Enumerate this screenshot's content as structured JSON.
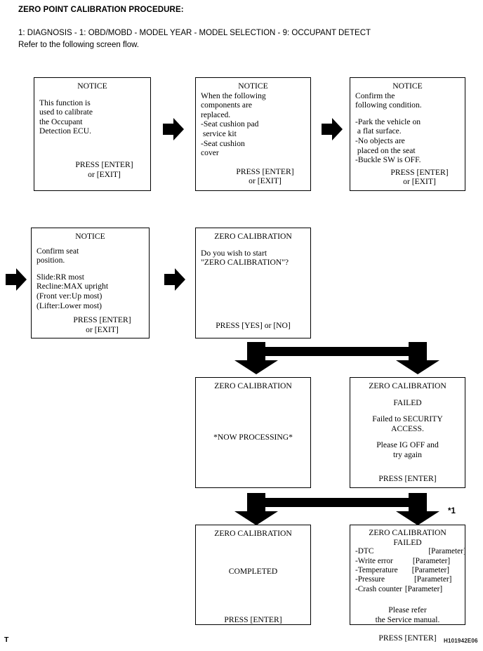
{
  "document": {
    "title": "ZERO POINT CALIBRATION PROCEDURE:",
    "menu_path": "1: DIAGNOSIS - 1: OBD/MOBD - MODEL YEAR - MODEL SELECTION - 9: OCCUPANT DETECT",
    "refer_note": "Refer to the following screen flow.",
    "page_marker": "T",
    "figure_id": "H101942E06",
    "footnote_marker": "*1"
  },
  "labels": {
    "notice": "NOTICE",
    "zero_calibration": "ZERO CALIBRATION",
    "failed": "FAILED",
    "press_enter": "PRESS [ENTER]",
    "or_exit": "or [EXIT]",
    "press_yes_or_no": "PRESS [YES] or [NO]"
  },
  "screens": {
    "notice_function": {
      "header": "NOTICE",
      "body": [
        "This function is",
        "used to calibrate",
        "the Occupant",
        "Detection ECU."
      ],
      "footer": [
        "PRESS [ENTER]",
        "or [EXIT]"
      ]
    },
    "notice_components": {
      "header": "NOTICE",
      "body": [
        "When the following",
        "components are",
        "replaced."
      ],
      "bullets": [
        "-Seat cushion pad",
        " service kit",
        "-Seat cushion",
        "cover"
      ],
      "footer": [
        "PRESS [ENTER]",
        "or [EXIT]"
      ]
    },
    "notice_condition": {
      "header": "NOTICE",
      "body": [
        "Confirm the",
        "following condition."
      ],
      "bullets": [
        "-Park the vehicle on",
        " a flat surface.",
        "-No objects are",
        " placed on the seat",
        "-Buckle SW is OFF."
      ],
      "footer": [
        "PRESS [ENTER]",
        "or [EXIT]"
      ]
    },
    "notice_seat_position": {
      "header": "NOTICE",
      "body": [
        "Confirm seat",
        "position."
      ],
      "bullets": [
        "Slide:RR most",
        "Recline:MAX upright",
        "(Front ver:Up most)",
        "(Lifter:Lower most)"
      ],
      "footer": [
        "PRESS [ENTER]",
        "or [EXIT]"
      ]
    },
    "calibration_prompt": {
      "header": "ZERO CALIBRATION",
      "body": [
        "Do you wish to start",
        "\"ZERO CALIBRATION\"?"
      ],
      "footer": [
        "PRESS [YES] or [NO]"
      ]
    },
    "calibration_processing": {
      "header": "ZERO CALIBRATION",
      "status": "*NOW PROCESSING*"
    },
    "calibration_failed_security": {
      "header": "ZERO CALIBRATION",
      "status": "FAILED",
      "body": [
        "Failed to SECURITY",
        "ACCESS."
      ],
      "body2": [
        "Please IG OFF and",
        "try again"
      ],
      "footer": [
        "PRESS [ENTER]"
      ]
    },
    "calibration_completed": {
      "header": "ZERO CALIBRATION",
      "status": "COMPLETED",
      "footer": [
        "PRESS [ENTER]"
      ]
    },
    "calibration_failed_params": {
      "header": "ZERO CALIBRATION",
      "status": "FAILED",
      "parameters": [
        {
          "label": "-DTC",
          "value": "[Parameter]",
          "gap": 78
        },
        {
          "label": "-Write error",
          "value": "[Parameter]",
          "gap": 28
        },
        {
          "label": "-Temperature",
          "value": "[Parameter]",
          "gap": 20
        },
        {
          "label": "-Pressure",
          "value": "[Parameter]",
          "gap": 42
        },
        {
          "label": "-Crash counter",
          "value": "[Parameter]",
          "gap": 4
        }
      ],
      "body": [
        "Please refer",
        "the Service manual."
      ],
      "footer": [
        "PRESS [ENTER]"
      ]
    }
  },
  "icons": {
    "arrow_right": "arrow-right-icon",
    "fork_arrow": "fork-arrow-icon"
  },
  "colors": {
    "ink": "#000000",
    "paper": "#ffffff"
  }
}
